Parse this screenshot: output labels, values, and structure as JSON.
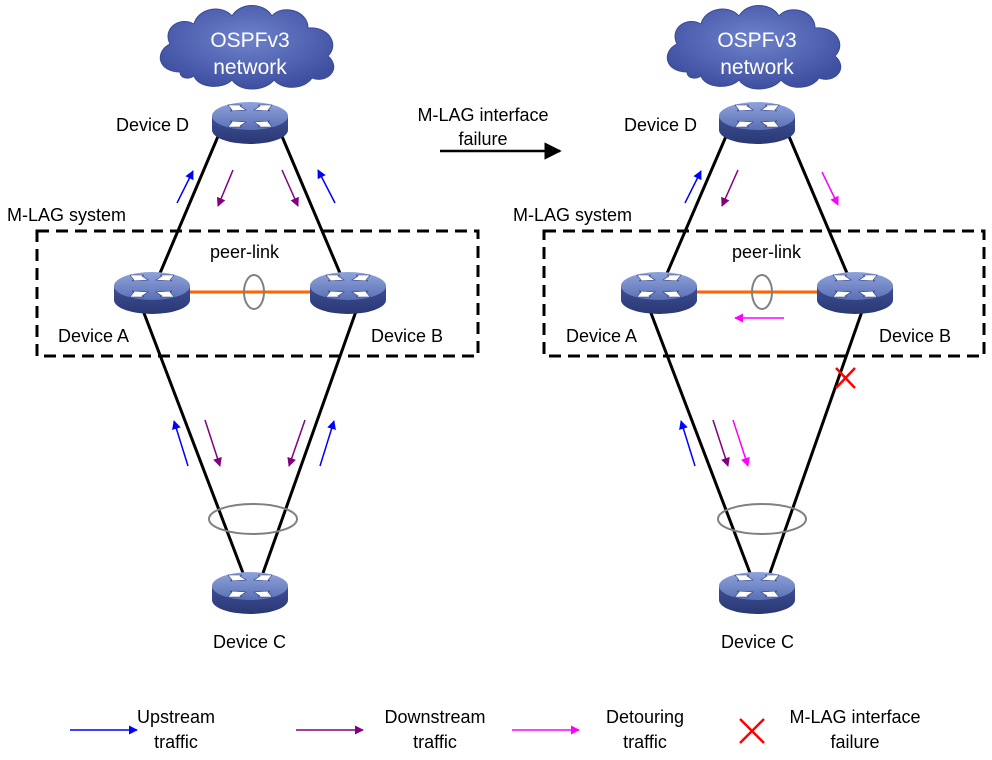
{
  "colors": {
    "upstream": "#0000ff",
    "downstream": "#800080",
    "detour": "#ff00ff",
    "failure": "#ff0000",
    "peer_link": "#ff6600",
    "cloud": "#4a5db3",
    "device": "#5b72b5"
  },
  "left": {
    "cloud_line1": "OSPFv3",
    "cloud_line2": "network",
    "device_d": "Device D",
    "mlag_system": "M-LAG system",
    "peer_link": "peer-link",
    "device_a": "Device A",
    "device_b": "Device B",
    "device_c": "Device C"
  },
  "transition": {
    "line1": "M-LAG interface",
    "line2": "failure"
  },
  "right": {
    "cloud_line1": "OSPFv3",
    "cloud_line2": "network",
    "device_d": "Device D",
    "mlag_system": "M-LAG system",
    "peer_link": "peer-link",
    "device_a": "Device A",
    "device_b": "Device B",
    "device_c": "Device C"
  },
  "legend": {
    "upstream_line1": "Upstream",
    "upstream_line2": "traffic",
    "downstream_line1": "Downstream",
    "downstream_line2": "traffic",
    "detour_line1": "Detouring",
    "detour_line2": "traffic",
    "failure_line1": "M-LAG interface",
    "failure_line2": "failure"
  }
}
